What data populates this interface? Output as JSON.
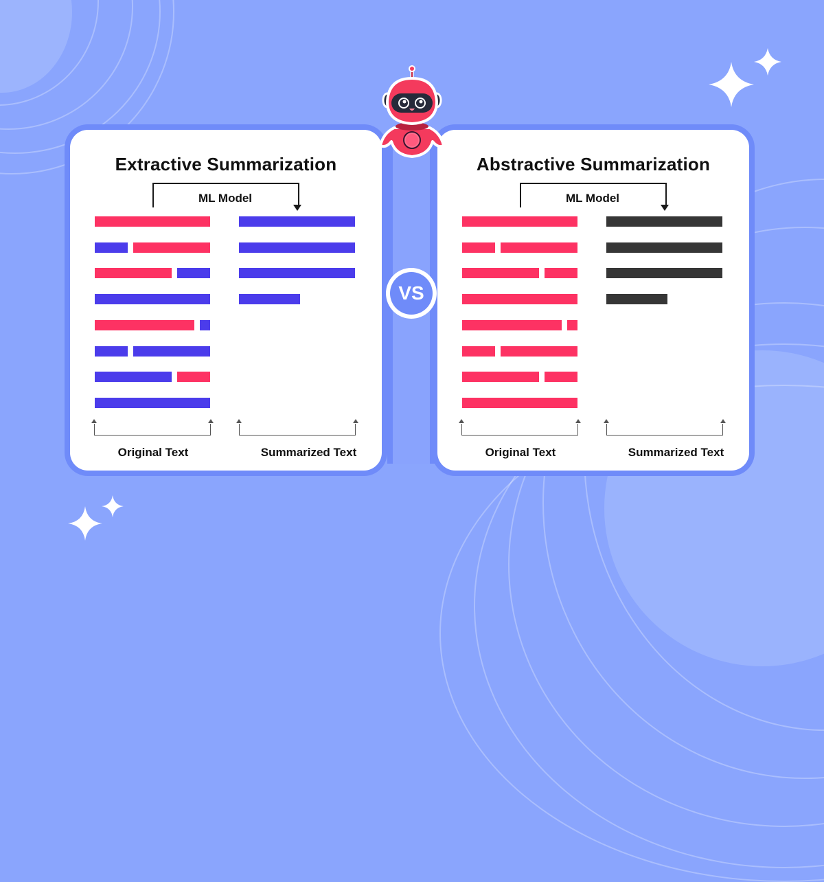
{
  "colors": {
    "background": "#8aa5fd",
    "card_border": "#6f8bf9",
    "card_fill": "#ffffff",
    "pink": "#fd3263",
    "blue": "#4b3ceb",
    "dark": "#363636",
    "robot_body": "#f43a5d",
    "robot_visor": "#262a3a"
  },
  "vs_label": "VS",
  "cards": [
    {
      "title": "Extractive Summarization",
      "ml_label": "ML Model",
      "original_label": "Original Text",
      "summary_label": "Summarized Text",
      "original_rows": [
        [
          {
            "w": 168,
            "c": "pink"
          }
        ],
        [
          {
            "w": 48,
            "c": "blue"
          },
          {
            "w": 112,
            "c": "pink"
          }
        ],
        [
          {
            "w": 112,
            "c": "pink"
          },
          {
            "w": 48,
            "c": "blue"
          }
        ],
        [
          {
            "w": 168,
            "c": "blue"
          }
        ],
        [
          {
            "w": 145,
            "c": "pink"
          },
          {
            "w": 16,
            "c": "blue"
          }
        ],
        [
          {
            "w": 48,
            "c": "blue"
          },
          {
            "w": 112,
            "c": "blue"
          }
        ],
        [
          {
            "w": 112,
            "c": "blue"
          },
          {
            "w": 48,
            "c": "pink"
          }
        ],
        [
          {
            "w": 168,
            "c": "blue"
          }
        ]
      ],
      "summary_rows": [
        {
          "w": 169,
          "c": "blue"
        },
        {
          "w": 169,
          "c": "blue"
        },
        {
          "w": 169,
          "c": "blue"
        },
        {
          "w": 89,
          "c": "blue"
        }
      ]
    },
    {
      "title": "Abstractive Summarization",
      "ml_label": "ML Model",
      "original_label": "Original Text",
      "summary_label": "Summarized Text",
      "original_rows": [
        [
          {
            "w": 168,
            "c": "pink"
          }
        ],
        [
          {
            "w": 48,
            "c": "pink"
          },
          {
            "w": 112,
            "c": "pink"
          }
        ],
        [
          {
            "w": 112,
            "c": "pink"
          },
          {
            "w": 48,
            "c": "pink"
          }
        ],
        [
          {
            "w": 168,
            "c": "pink"
          }
        ],
        [
          {
            "w": 145,
            "c": "pink"
          },
          {
            "w": 16,
            "c": "pink"
          }
        ],
        [
          {
            "w": 48,
            "c": "pink"
          },
          {
            "w": 112,
            "c": "pink"
          }
        ],
        [
          {
            "w": 112,
            "c": "pink"
          },
          {
            "w": 48,
            "c": "pink"
          }
        ],
        [
          {
            "w": 168,
            "c": "pink"
          }
        ]
      ],
      "summary_rows": [
        {
          "w": 169,
          "c": "dark"
        },
        {
          "w": 169,
          "c": "dark"
        },
        {
          "w": 169,
          "c": "dark"
        },
        {
          "w": 89,
          "c": "dark"
        }
      ]
    }
  ],
  "icons": {
    "mascot": "robot-mascot",
    "sparkles": "four-point-star"
  }
}
